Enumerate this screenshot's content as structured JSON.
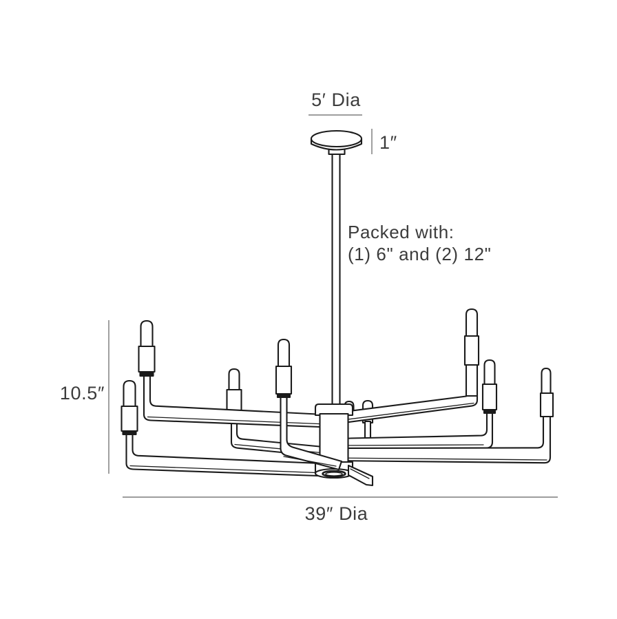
{
  "diagram": {
    "subject": "chandelier dimension drawing",
    "annotations": {
      "canopy_diameter": "5′ Dia",
      "canopy_height": "1″",
      "packed_line1": "Packed with:",
      "packed_line2": "(1) 6\" and (2) 12\"",
      "fixture_height": "10.5″",
      "fixture_diameter": "39″ Dia"
    },
    "colors": {
      "background": "#ffffff",
      "artwork_line": "#1b1b1b",
      "dimension_line": "#8f8f8f",
      "text": "#3c3c3c"
    }
  }
}
